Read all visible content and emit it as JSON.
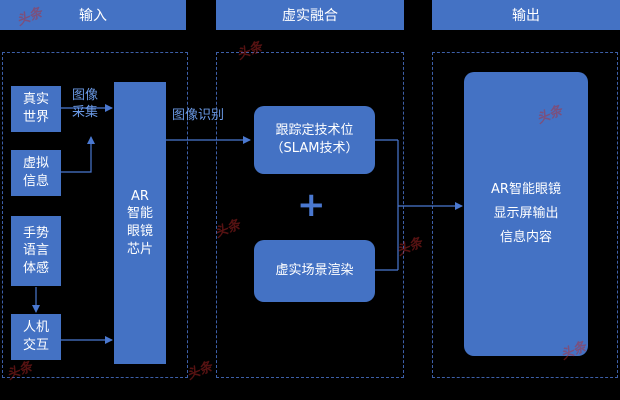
{
  "headers": {
    "input": "输入",
    "fusion": "虚实融合",
    "output": "输出"
  },
  "input_boxes": {
    "real_world": "真实\n世界",
    "virtual_info": "虚拟\n信息",
    "gesture": "手势\n语言\n体感",
    "hci": "人机\n交互"
  },
  "labels": {
    "image_capture": "图像\n采集",
    "image_recognition": "图像识别"
  },
  "chip": "AR\n智能\n眼镜\n芯片",
  "fusion_boxes": {
    "slam": "跟踪定技术位\n（SLAM技术）",
    "render": "虚实场景渲染"
  },
  "plus_symbol": "+",
  "output_box": "AR智能眼镜\n显示屏输出\n信息内容",
  "watermark_text": "头条",
  "colors": {
    "box": "#4472c4",
    "background": "#000000",
    "label": "#6b9ae6",
    "dashed_border": "#3d5fa8"
  }
}
